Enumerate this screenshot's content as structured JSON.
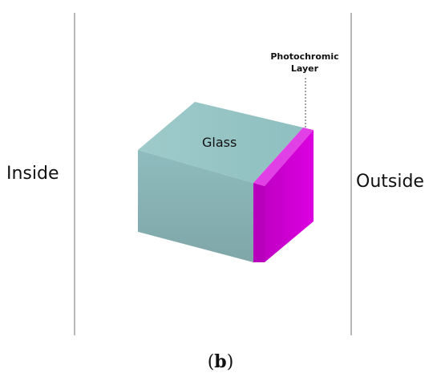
{
  "labels": {
    "inside": "Inside",
    "outside": "Outside",
    "glass": "Glass",
    "layer_line1": "Photochromic",
    "layer_line2": "Layer"
  },
  "caption": {
    "open": "(",
    "letter": "b",
    "close": ")"
  },
  "colors": {
    "glass_top": "#96c4c4",
    "glass_front": "#86b0b2",
    "glass_right": "#7a9fa2",
    "layer_front": "#c400c8",
    "layer_side": "#e000e4",
    "layer_top": "#ee40ee",
    "boundary_line": "#888888",
    "leader_line": "#444444"
  }
}
